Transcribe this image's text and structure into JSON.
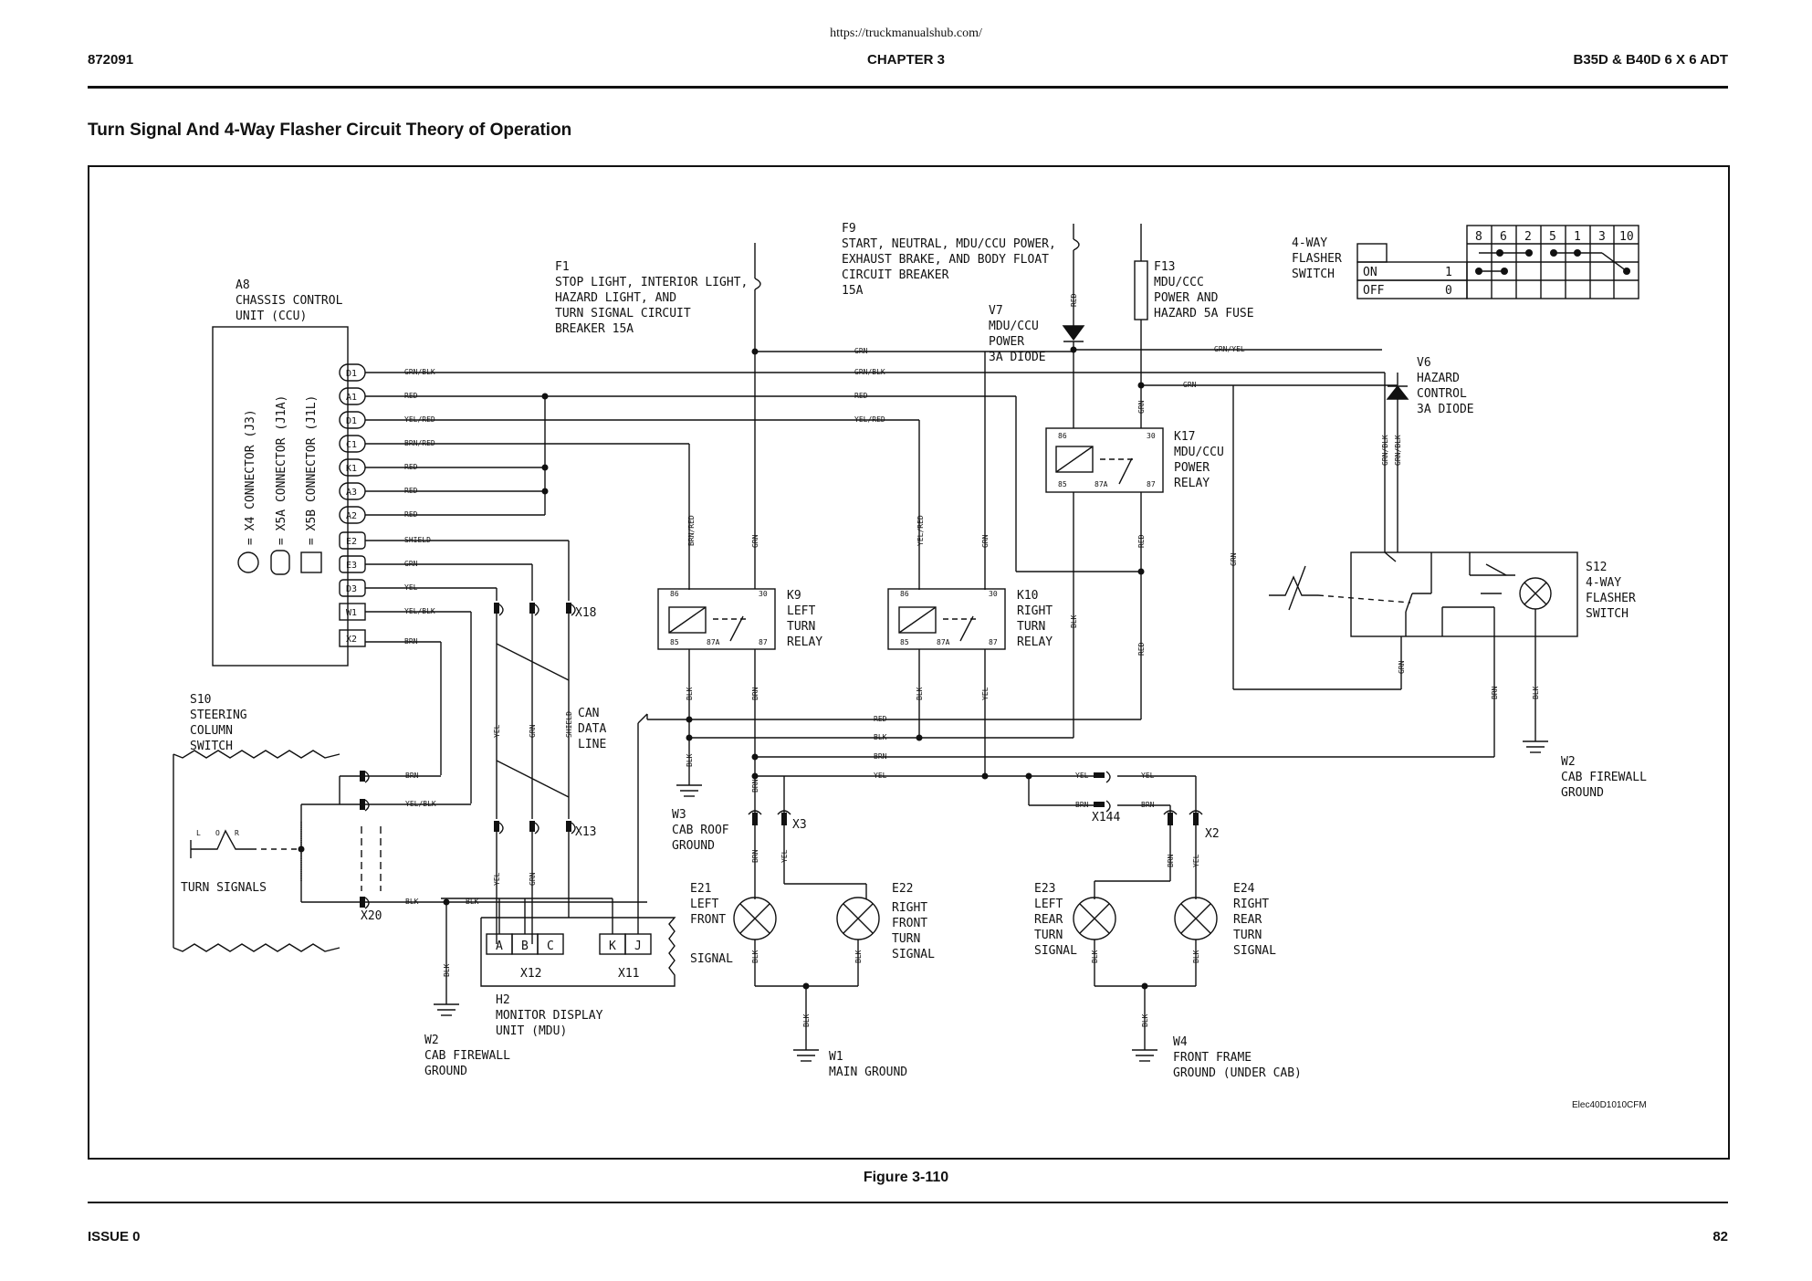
{
  "header": {
    "url": "https://truckmanualshub.com/",
    "doc_number": "872091",
    "chapter": "CHAPTER 3",
    "model": "B35D & B40D 6 X 6 ADT"
  },
  "section_title": "Turn Signal And 4-Way Flasher Circuit Theory of Operation",
  "figure_caption": "Figure 3-110",
  "figure_code": "Elec40D1010CFM",
  "footer": {
    "issue": "ISSUE 0",
    "page": "82"
  },
  "diagram": {
    "a8": {
      "ref": "A8",
      "line1": "CHASSIS CONTROL",
      "line2": "UNIT (CCU)",
      "conn1": "= X4 CONNECTOR (J3)",
      "conn2": "= X5A CONNECTOR (J1A)",
      "conn3": "= X5B CONNECTOR (J1L)"
    },
    "a8_pins": [
      {
        "pin": "D1",
        "wire": "GRN/BLK"
      },
      {
        "pin": "A1",
        "wire": "RED"
      },
      {
        "pin": "D1",
        "wire": "YEL/RED"
      },
      {
        "pin": "C1",
        "wire": "BRN/RED"
      },
      {
        "pin": "K1",
        "wire": "RED"
      },
      {
        "pin": "A3",
        "wire": "RED"
      },
      {
        "pin": "A2",
        "wire": "RED"
      },
      {
        "pin": "E2",
        "wire": "SHIELD"
      },
      {
        "pin": "E3",
        "wire": "GRN"
      },
      {
        "pin": "D3",
        "wire": "YEL"
      },
      {
        "pin": "W1",
        "wire": "YEL/BLK"
      },
      {
        "pin": "X2",
        "wire": "BRN"
      }
    ],
    "f1": {
      "ref": "F1",
      "line1": "STOP LIGHT, INTERIOR LIGHT,",
      "line2": "HAZARD LIGHT, AND",
      "line3": "TURN SIGNAL CIRCUIT",
      "line4": "BREAKER 15A"
    },
    "f9": {
      "ref": "F9",
      "line1": "START, NEUTRAL, MDU/CCU POWER,",
      "line2": "EXHAUST BRAKE, AND BODY FLOAT",
      "line3": "CIRCUIT BREAKER",
      "line4": "15A"
    },
    "f13": {
      "ref": "F13",
      "line1": "MDU/CCC",
      "line2": "POWER AND",
      "line3": "HAZARD 5A FUSE"
    },
    "v7": {
      "ref": "V7",
      "line1": "MDU/CCU",
      "line2": "POWER",
      "line3": "3A DIODE"
    },
    "v6": {
      "ref": "V6",
      "line1": "HAZARD",
      "line2": "CONTROL",
      "line3": "3A DIODE"
    },
    "k17": {
      "ref": "K17",
      "line1": "MDU/CCU",
      "line2": "POWER",
      "line3": "RELAY"
    },
    "k9": {
      "ref": "K9",
      "line1": "LEFT",
      "line2": "TURN",
      "line3": "RELAY"
    },
    "k10": {
      "ref": "K10",
      "line1": "RIGHT",
      "line2": "TURN",
      "line3": "RELAY"
    },
    "relay_pins": {
      "p86": "86",
      "p30": "30",
      "p85": "85",
      "p87a": "87A",
      "p87": "87"
    },
    "s10": {
      "ref": "S10",
      "line1": "STEERING",
      "line2": "COLUMN",
      "line3": "SWITCH",
      "turn": "TURN SIGNALS",
      "l": "L",
      "o": "O",
      "r": "R"
    },
    "s12": {
      "ref": "S12",
      "line1": "4-WAY",
      "line2": "FLASHER",
      "line3": "SWITCH"
    },
    "flasher_table": {
      "line1": "4-WAY",
      "line2": "FLASHER",
      "line3": "SWITCH",
      "columns": [
        "8",
        "6",
        "2",
        "5",
        "1",
        "3",
        "10"
      ],
      "rows": [
        {
          "label": "ON",
          "value": "1"
        },
        {
          "label": "OFF",
          "value": "0"
        }
      ]
    },
    "can": {
      "line1": "CAN",
      "line2": "DATA",
      "line3": "LINE"
    },
    "connectors": {
      "x18": "X18",
      "x13": "X13",
      "x20": "X20",
      "x3": "X3",
      "x2": "X2",
      "x144": "X144",
      "x12": "X12",
      "x11": "X11"
    },
    "h2": {
      "ref": "H2",
      "line1": "MONITOR DISPLAY",
      "line2": "UNIT (MDU)",
      "pins": [
        "A",
        "B",
        "C",
        "K",
        "J"
      ]
    },
    "grounds": {
      "w3": {
        "ref": "W3",
        "line1": "CAB ROOF",
        "line2": "GROUND"
      },
      "w2a": {
        "ref": "W2",
        "line1": "CAB FIREWALL",
        "line2": "GROUND"
      },
      "w2b": {
        "ref": "W2",
        "line1": "CAB FIREWALL",
        "line2": "GROUND"
      },
      "w1": {
        "ref": "W1",
        "line1": "MAIN GROUND"
      },
      "w4": {
        "ref": "W4",
        "line1": "FRONT FRAME",
        "line2": "GROUND (UNDER CAB)"
      }
    },
    "lamps": {
      "e21": {
        "ref": "E21",
        "line1": "LEFT",
        "line2": "FRONT",
        "line3": "SIGNAL"
      },
      "e22": {
        "ref": "E22",
        "line1": "RIGHT",
        "line2": "FRONT",
        "line3": "TURN",
        "line4": "SIGNAL"
      },
      "e23": {
        "ref": "E23",
        "line1": "LEFT",
        "line2": "REAR",
        "line3": "TURN",
        "line4": "SIGNAL"
      },
      "e24": {
        "ref": "E24",
        "line1": "RIGHT",
        "line2": "REAR",
        "line3": "TURN",
        "line4": "SIGNAL"
      }
    },
    "wires": {
      "grn": "GRN",
      "grnblk": "GRN/BLK",
      "red": "RED",
      "yelred": "YEL/RED",
      "brnred": "BRN/RED",
      "blk": "BLK",
      "brn": "BRN",
      "yel": "YEL",
      "yelblk": "YEL/BLK",
      "grnyel": "GRN/YEL",
      "shield": "SHIELD"
    }
  }
}
